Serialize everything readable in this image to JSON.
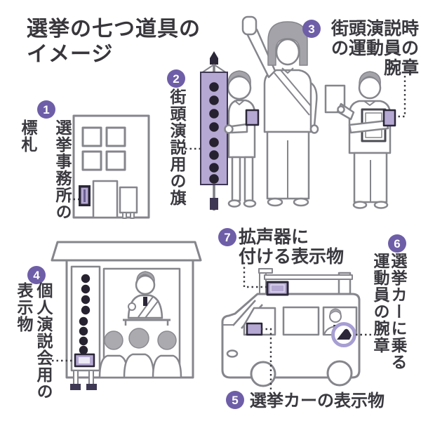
{
  "title": {
    "line1": "選挙の七つ道具の",
    "line2": "イメージ"
  },
  "items": [
    {
      "number": "1",
      "label": "選挙事務所の標札",
      "lines": [
        "選挙事務所の",
        "標札"
      ],
      "figure": "election-office-building"
    },
    {
      "number": "2",
      "label": "街頭演説用の旗",
      "lines": [
        "街頭演説用の旗"
      ],
      "figure": "street-speech-flag"
    },
    {
      "number": "3",
      "label": "街頭演説時の運動員の腕章",
      "lines": [
        "街頭演説時",
        "の運動員の",
        "腕章"
      ],
      "figure": "street-campaigner-armband"
    },
    {
      "number": "4",
      "label": "個人演説会用の表示物",
      "lines": [
        "個人演説会用の",
        "表示物"
      ],
      "figure": "speech-meeting-sign"
    },
    {
      "number": "5",
      "label": "選挙カーの表示物",
      "lines": [
        "選挙カーの表示物"
      ],
      "figure": "campaign-car-sign"
    },
    {
      "number": "6",
      "label": "選挙カーに乗る運動員の腕章",
      "lines": [
        "選挙カーに乗る",
        "運動員の腕章"
      ],
      "figure": "car-campaigner-armband"
    },
    {
      "number": "7",
      "label": "拡声器に付ける表示物",
      "lines": [
        "拡声器に",
        "付ける表示物"
      ],
      "figure": "loudspeaker-sign"
    }
  ],
  "colors": {
    "accent": "#6e5ea8",
    "light_purple": "#b5a9d3",
    "dark_navy": "#2b2638",
    "outline_gray": "#85858c",
    "text": "#3a393f"
  }
}
